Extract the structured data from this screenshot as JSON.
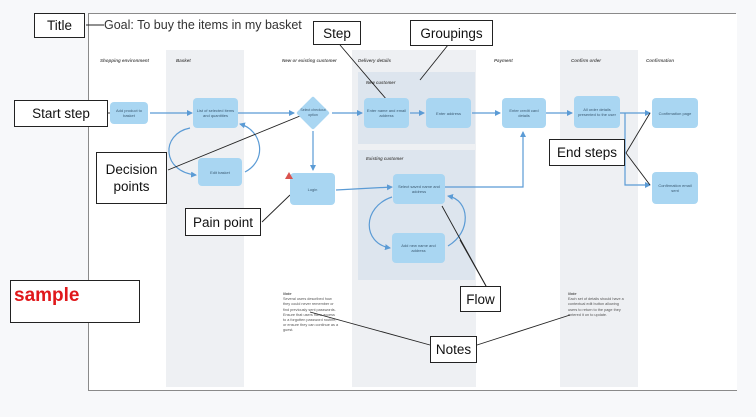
{
  "goal": "Goal: To buy the items in my basket",
  "sample_label": "sample",
  "lanes": [
    "Shopping environment",
    "Basket",
    "New or existing customer",
    "Delivery details",
    "Payment",
    "Confirm order",
    "Confirmation"
  ],
  "groups": {
    "new_customer": "New customer",
    "existing_customer": "Existing customer"
  },
  "steps": {
    "add_product": "Add product to basket",
    "list_items": "List of selected items and quantities",
    "edit_basket": "Edit basket",
    "decision": "Select checkout option",
    "login": "Login",
    "enter_name_email": "Enter name and email address",
    "enter_address": "Enter address",
    "select_saved": "Select saved name and address",
    "add_new_name": "Add new name and address",
    "enter_card": "Enter credit card details",
    "all_details": "All order details presented to the user",
    "confirmation_page": "Confirmation page",
    "confirmation_email": "Confirmation email sent"
  },
  "notes": {
    "note1_title": "Note",
    "note1_text": "Several users described how they could never remember or find previously sent passwords. Ensure that users have access to a forgotten password routine, or ensure they can continue as a guest.",
    "note2_title": "Note",
    "note2_text": "Each set of details should have a contextual edit button allowing users to return to the page they entered it on to update."
  },
  "callouts": {
    "title": "Title",
    "step": "Step",
    "groupings": "Groupings",
    "start_step": "Start step",
    "decision_points": "Decision points",
    "end_steps": "End steps",
    "pain_point": "Pain point",
    "flow": "Flow",
    "notes": "Notes"
  },
  "colors": {
    "step_fill": "#a9d6f2",
    "lane_bg": "#eef0f3",
    "group_bg": "#dde5ee",
    "connector": "#5b9bd5",
    "callout_line": "#222222",
    "pain_marker": "#d9534f",
    "sample_text": "#e0181b"
  },
  "icons": {
    "pain_point": "warning-triangle-icon"
  }
}
